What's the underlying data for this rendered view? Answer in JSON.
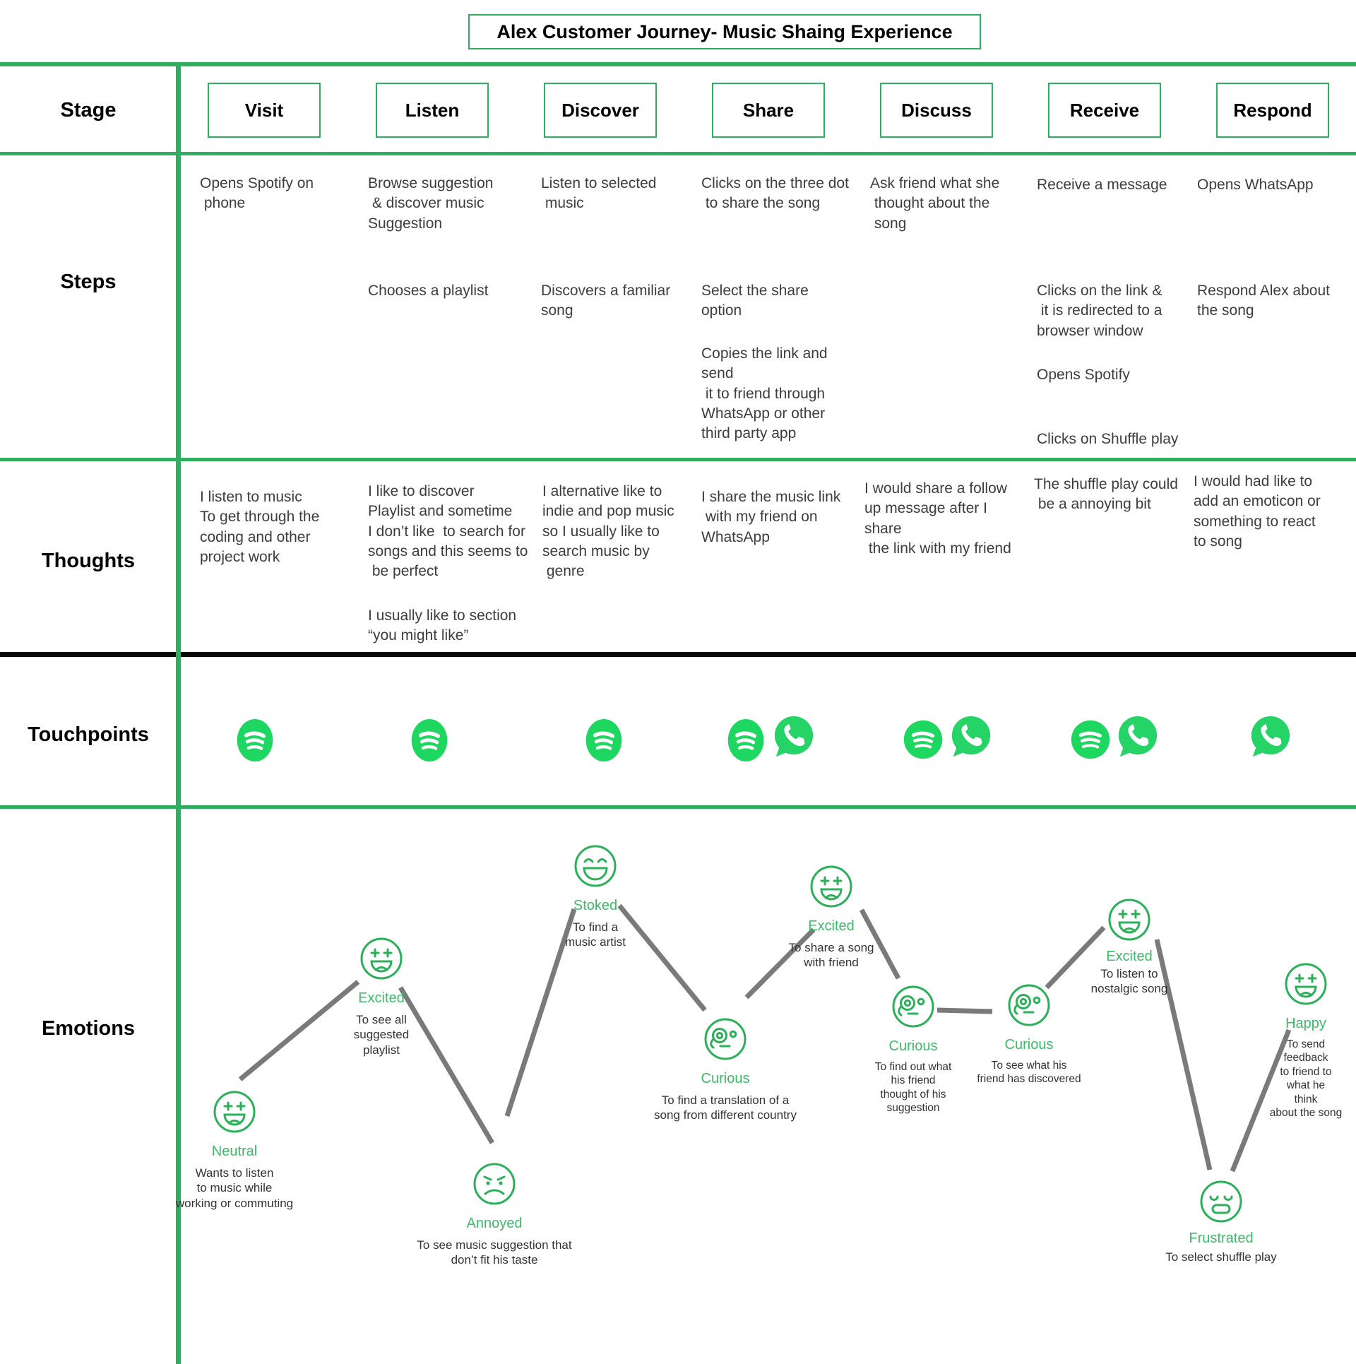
{
  "title": "Alex Customer Journey- Music Shaing Experience",
  "rows": {
    "stage": "Stage",
    "steps": "Steps",
    "thoughts": "Thoughts",
    "touchpoints": "Touchpoints",
    "emotions": "Emotions"
  },
  "stages": [
    "Visit",
    "Listen",
    "Discover",
    "Share",
    "Discuss",
    "Receive",
    "Respond"
  ],
  "steps": [
    [
      "Opens Spotify on\n phone"
    ],
    [
      "Browse suggestion\n & discover music\nSuggestion",
      "Chooses a playlist"
    ],
    [
      "Listen to selected\n music",
      "Discovers a familiar\nsong"
    ],
    [
      "Clicks on the three dot\n to share the song",
      "Select the share\noption",
      "Copies the link and send\n it to friend through\nWhatsApp or other\nthird party app"
    ],
    [
      "Ask friend what she\n thought about the\n song"
    ],
    [
      "Receive a message",
      "Clicks on the link &\n it is redirected to a\nbrowser window",
      "Opens Spotify",
      "Clicks on Shuffle play"
    ],
    [
      "Opens WhatsApp",
      "Respond Alex about\nthe song"
    ]
  ],
  "thoughts": [
    [
      "I listen to music\nTo get through the\ncoding and other\nproject work"
    ],
    [
      "I like to discover\nPlaylist and sometime\nI don’t like  to search for\nsongs and this seems to\n be perfect",
      "I usually like to section\n“you might like”"
    ],
    [
      "I alternative like to\nindie and pop music\nso I usually like to\nsearch music by\n genre"
    ],
    [
      "I share the music link\n with my friend on\nWhatsApp"
    ],
    [
      "I would share a follow\nup message after I share\n the link with my friend"
    ],
    [
      "The shuffle play could\n be a annoying bit"
    ],
    [
      "I would had like to\nadd an emoticon or\nsomething to react\nto song"
    ]
  ],
  "touchpoints": [
    [
      "spotify"
    ],
    [
      "spotify"
    ],
    [
      "spotify"
    ],
    [
      "spotify",
      "whatsapp"
    ],
    [
      "spotify",
      "whatsapp"
    ],
    [
      "spotify",
      "whatsapp"
    ],
    [
      "whatsapp"
    ]
  ],
  "emotions": [
    {
      "label": "Neutral",
      "face": "excited-face",
      "caption": "Wants to listen\nto music while\nworking or commuting"
    },
    {
      "label": "Excited",
      "face": "excited-face",
      "caption": "To see all\nsuggested\nplaylist"
    },
    {
      "label": "Annoyed",
      "face": "annoyed-face",
      "caption": "To see music suggestion that\ndon’t fit his taste"
    },
    {
      "label": "Stoked",
      "face": "stoked-face",
      "caption": "To find a\nmusic artist"
    },
    {
      "label": "Curious",
      "face": "curious-face",
      "caption": "To find a translation of a\nsong from different country"
    },
    {
      "label": "Excited",
      "face": "excited-face",
      "caption": "To share a song\nwith friend"
    },
    {
      "label": "Curious",
      "face": "curious-face",
      "caption": "To find out what\nhis friend\nthought of his\nsuggestion"
    },
    {
      "label": "Curious",
      "face": "curious-face",
      "caption": "To see what his\nfriend has discovered"
    },
    {
      "label": "Excited",
      "face": "excited-face",
      "caption": "To listen to\nnostalgic song"
    },
    {
      "label": "Frustrated",
      "face": "frustrated-face",
      "caption": "To select shuffle play"
    },
    {
      "label": "Happy",
      "face": "excited-face",
      "caption": "To send\nfeedback\nto friend to\nwhat he\nthink\nabout the song"
    }
  ],
  "colors": {
    "grid_green": "#2fae5f",
    "grid_black": "#0a0a0a",
    "emoji_green": "#2bb05a",
    "label_green": "#3cba69",
    "spotify_green": "#1ed760",
    "whatsapp_green": "#25d366",
    "connector_gray": "#7a7a7a"
  }
}
